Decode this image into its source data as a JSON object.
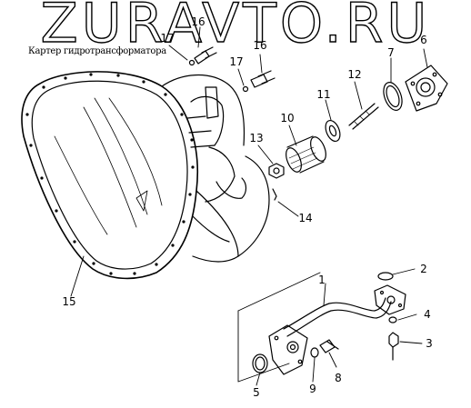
{
  "watermark": "ZURAVTO.RU",
  "caption": "Картер гидротрансформатора",
  "callouts": {
    "c1": "1",
    "c2": "2",
    "c3": "3",
    "c4": "4",
    "c5": "5",
    "c6": "6",
    "c7": "7",
    "c8": "8",
    "c9": "9",
    "c10": "10",
    "c11": "11",
    "c12": "12",
    "c13": "13",
    "c14": "14",
    "c15": "15",
    "c16a": "16",
    "c16b": "16",
    "c17a": "17",
    "c17b": "17"
  }
}
